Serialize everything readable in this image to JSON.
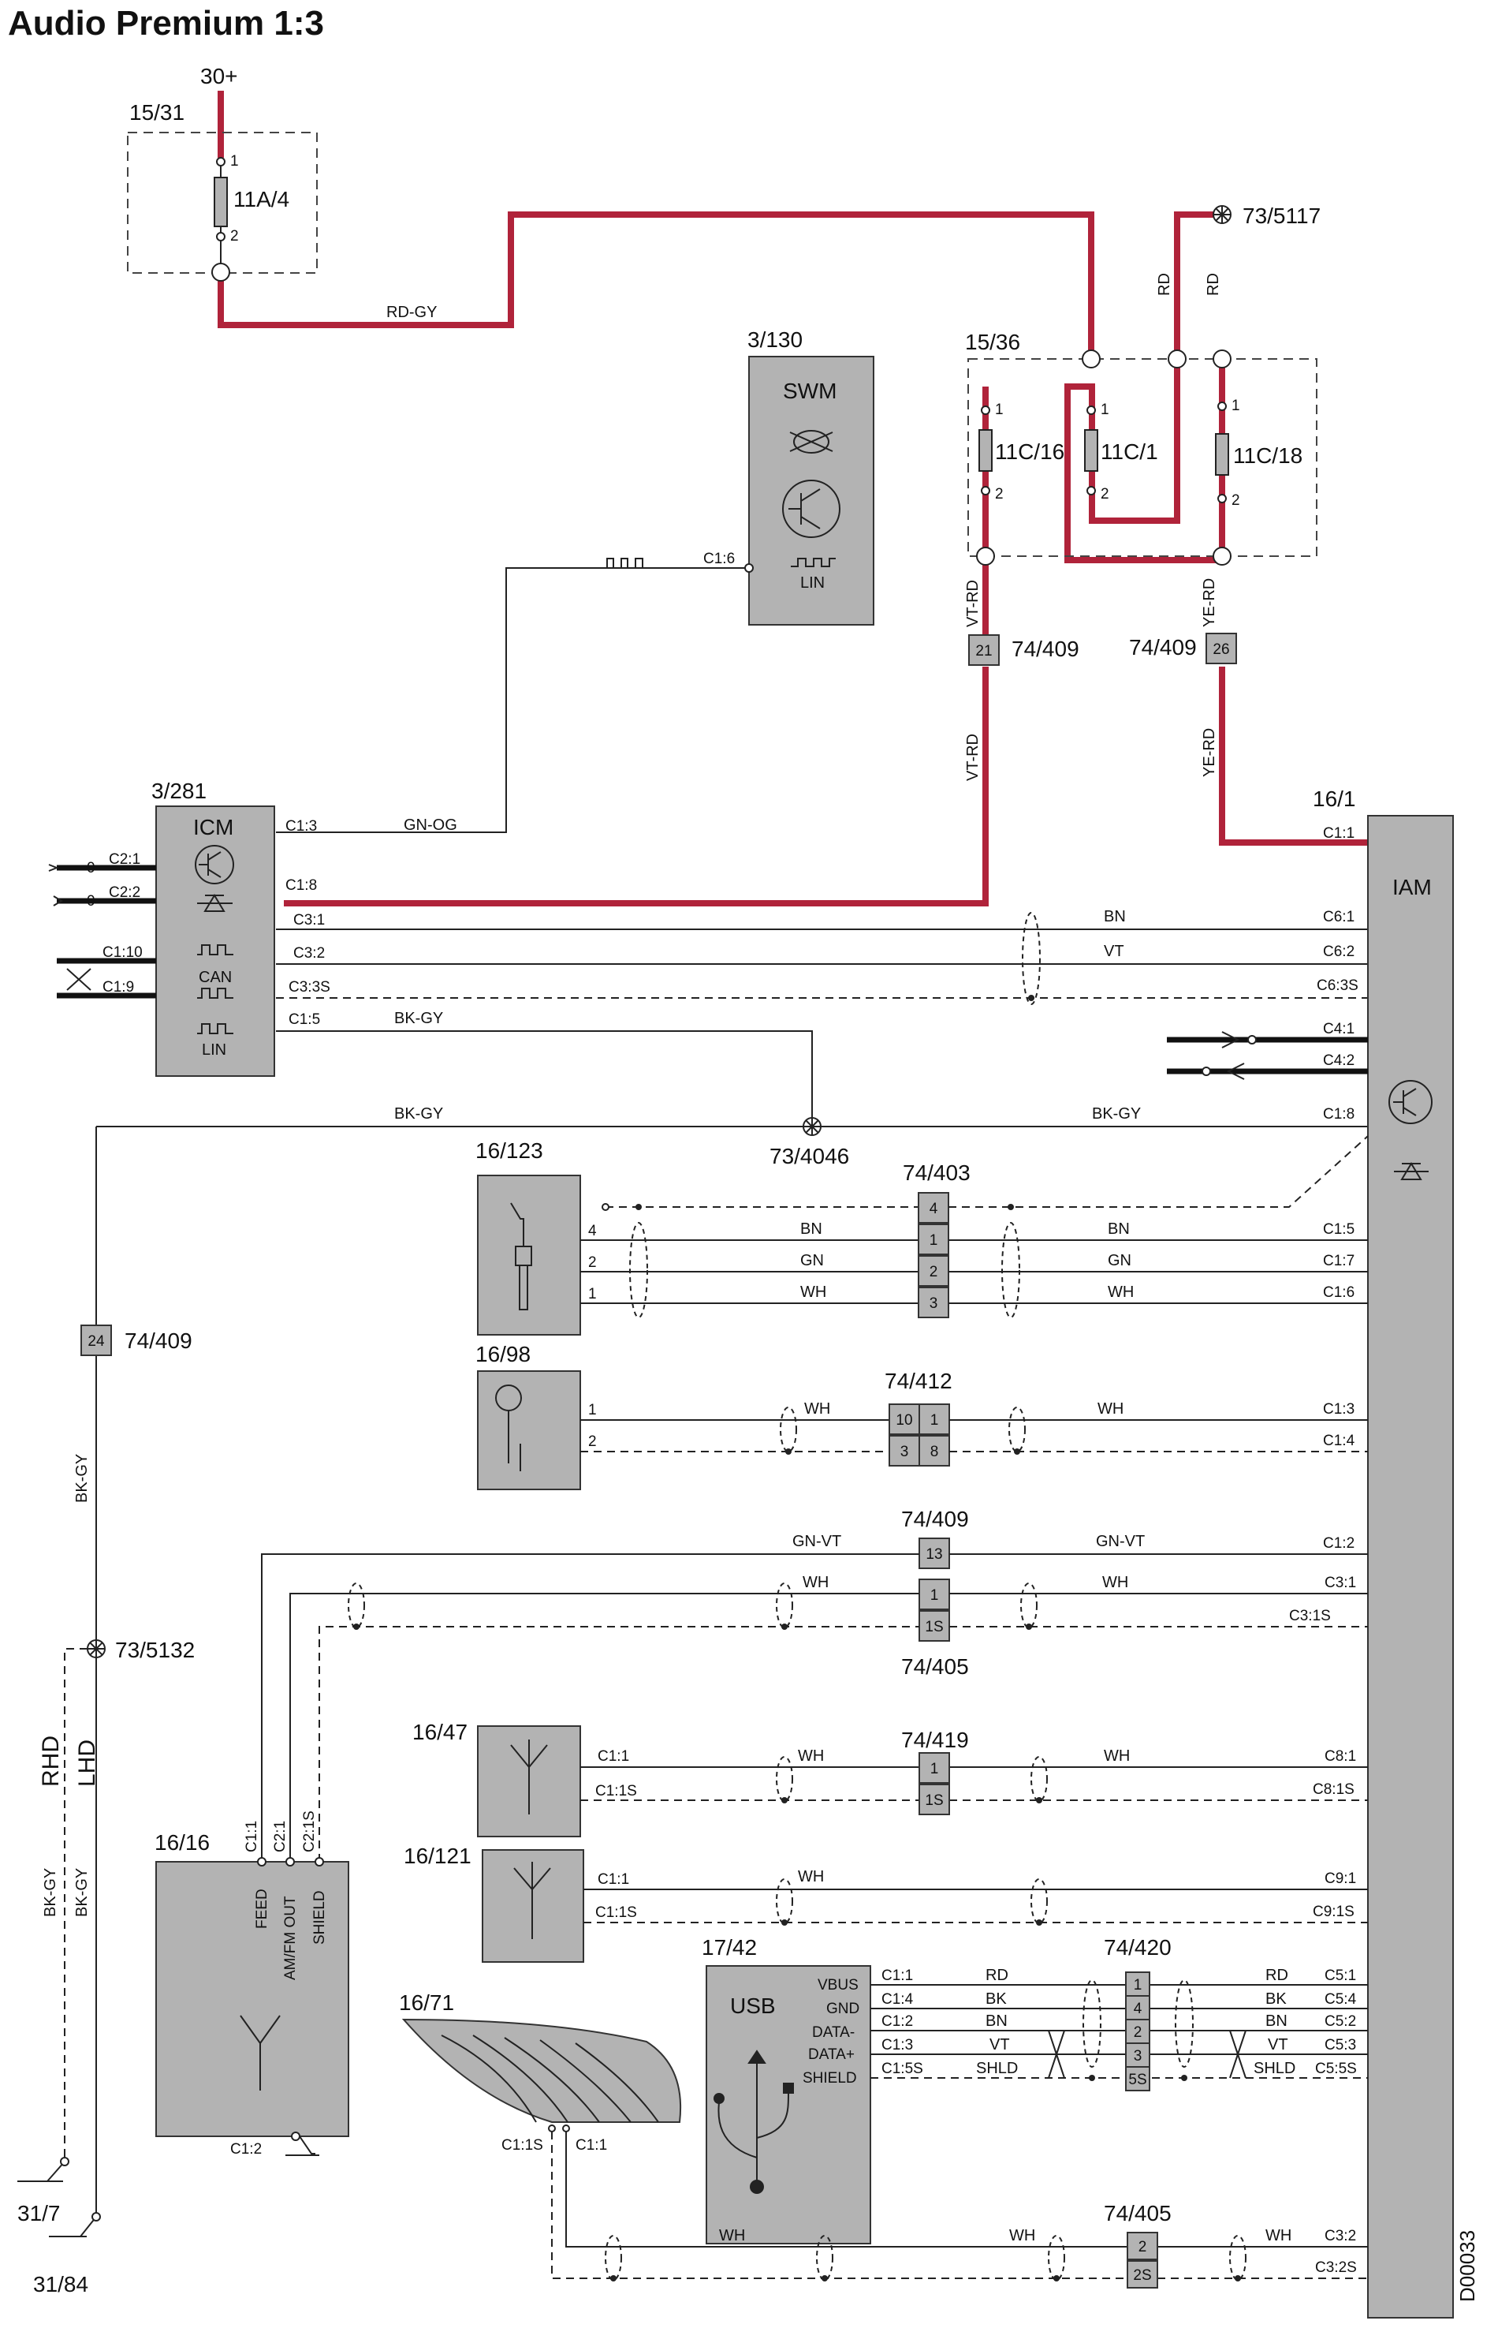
{
  "title": "Audio Premium 1:3",
  "doc_code": "D00033",
  "supply": {
    "label": "30+"
  },
  "fusebox_a": {
    "ref": "15/31",
    "fuse": "11A/4",
    "pin1": "1",
    "pin2": "2"
  },
  "fusebox_b": {
    "ref": "15/36",
    "fuses": [
      "11C/16",
      "11C/1",
      "11C/18"
    ],
    "pin1": "1",
    "pin2": "2"
  },
  "grounds": {
    "g5117": "73/5117",
    "g4046": "73/4046",
    "g5132": "73/5132",
    "g317": "31/7",
    "g3184": "31/84"
  },
  "wire_colors": {
    "rd_gy": "RD-GY",
    "rd": "RD",
    "vt_rd": "VT-RD",
    "ye_rd": "YE-RD",
    "gn_og": "GN-OG",
    "bk_gy": "BK-GY",
    "bn": "BN",
    "vt": "VT",
    "gn": "GN",
    "wh": "WH",
    "gn_vt": "GN-VT",
    "bk": "BK",
    "shld": "SHLD",
    "rhd": "RHD",
    "lhd": "LHD"
  },
  "connectors": {
    "c74_409": "74/409",
    "c74_403": "74/403",
    "c74_412": "74/412",
    "c74_405": "74/405",
    "c74_419": "74/419",
    "c74_420": "74/420",
    "p21": "21",
    "p26": "26",
    "p24": "24",
    "p13": "13",
    "p1": "1",
    "p1s": "1S",
    "p4": "4",
    "p2": "2",
    "p3": "3",
    "p10": "10",
    "p8": "8",
    "p5s": "5S",
    "p2s": "2S"
  },
  "swm": {
    "ref": "3/130",
    "name": "SWM",
    "pin": "C1:6",
    "lin": "LIN"
  },
  "icm": {
    "ref": "3/281",
    "name": "ICM",
    "can": "CAN",
    "lin": "LIN",
    "pins": [
      "C1:3",
      "C2:1",
      "C2:2",
      "C1:8",
      "C3:1",
      "C1:10",
      "C3:2",
      "C1:9",
      "C3:3S",
      "C1:5"
    ],
    "zero": "0"
  },
  "iam": {
    "ref": "16/1",
    "name": "IAM",
    "pins": [
      "C1:1",
      "C6:1",
      "C6:2",
      "C6:3S",
      "C4:1",
      "C4:2",
      "C1:8",
      "C1:5",
      "C1:7",
      "C1:6",
      "C1:3",
      "C1:4",
      "C1:2",
      "C3:1",
      "C3:1S",
      "C8:1",
      "C8:1S",
      "C9:1",
      "C9:1S",
      "C5:1",
      "C5:4",
      "C5:2",
      "C5:3",
      "C5:5S",
      "C3:2",
      "C3:2S"
    ]
  },
  "aux": {
    "ref": "16/123",
    "pins": [
      "4",
      "2",
      "1"
    ]
  },
  "mic": {
    "ref": "16/98",
    "pins": [
      "1",
      "2"
    ]
  },
  "ant1": {
    "ref": "16/47",
    "pins": [
      "C1:1",
      "C1:1S"
    ]
  },
  "ant2": {
    "ref": "16/121",
    "pins": [
      "C1:1",
      "C1:1S"
    ]
  },
  "tuner": {
    "ref": "16/16",
    "pins": [
      "C1:1",
      "C2:1",
      "C2:1S"
    ],
    "labels": [
      "FEED",
      "AM/FM OUT",
      "SHIELD"
    ],
    "gnd_pin": "C1:2"
  },
  "usb": {
    "ref": "17/42",
    "name": "USB",
    "labels": [
      "VBUS",
      "GND",
      "DATA-",
      "DATA+",
      "SHIELD"
    ],
    "pins": [
      "C1:1",
      "C1:4",
      "C1:2",
      "C1:3",
      "C1:5S"
    ]
  },
  "ant3": {
    "ref": "16/71",
    "pins": [
      "C1:1S",
      "C1:1"
    ]
  }
}
